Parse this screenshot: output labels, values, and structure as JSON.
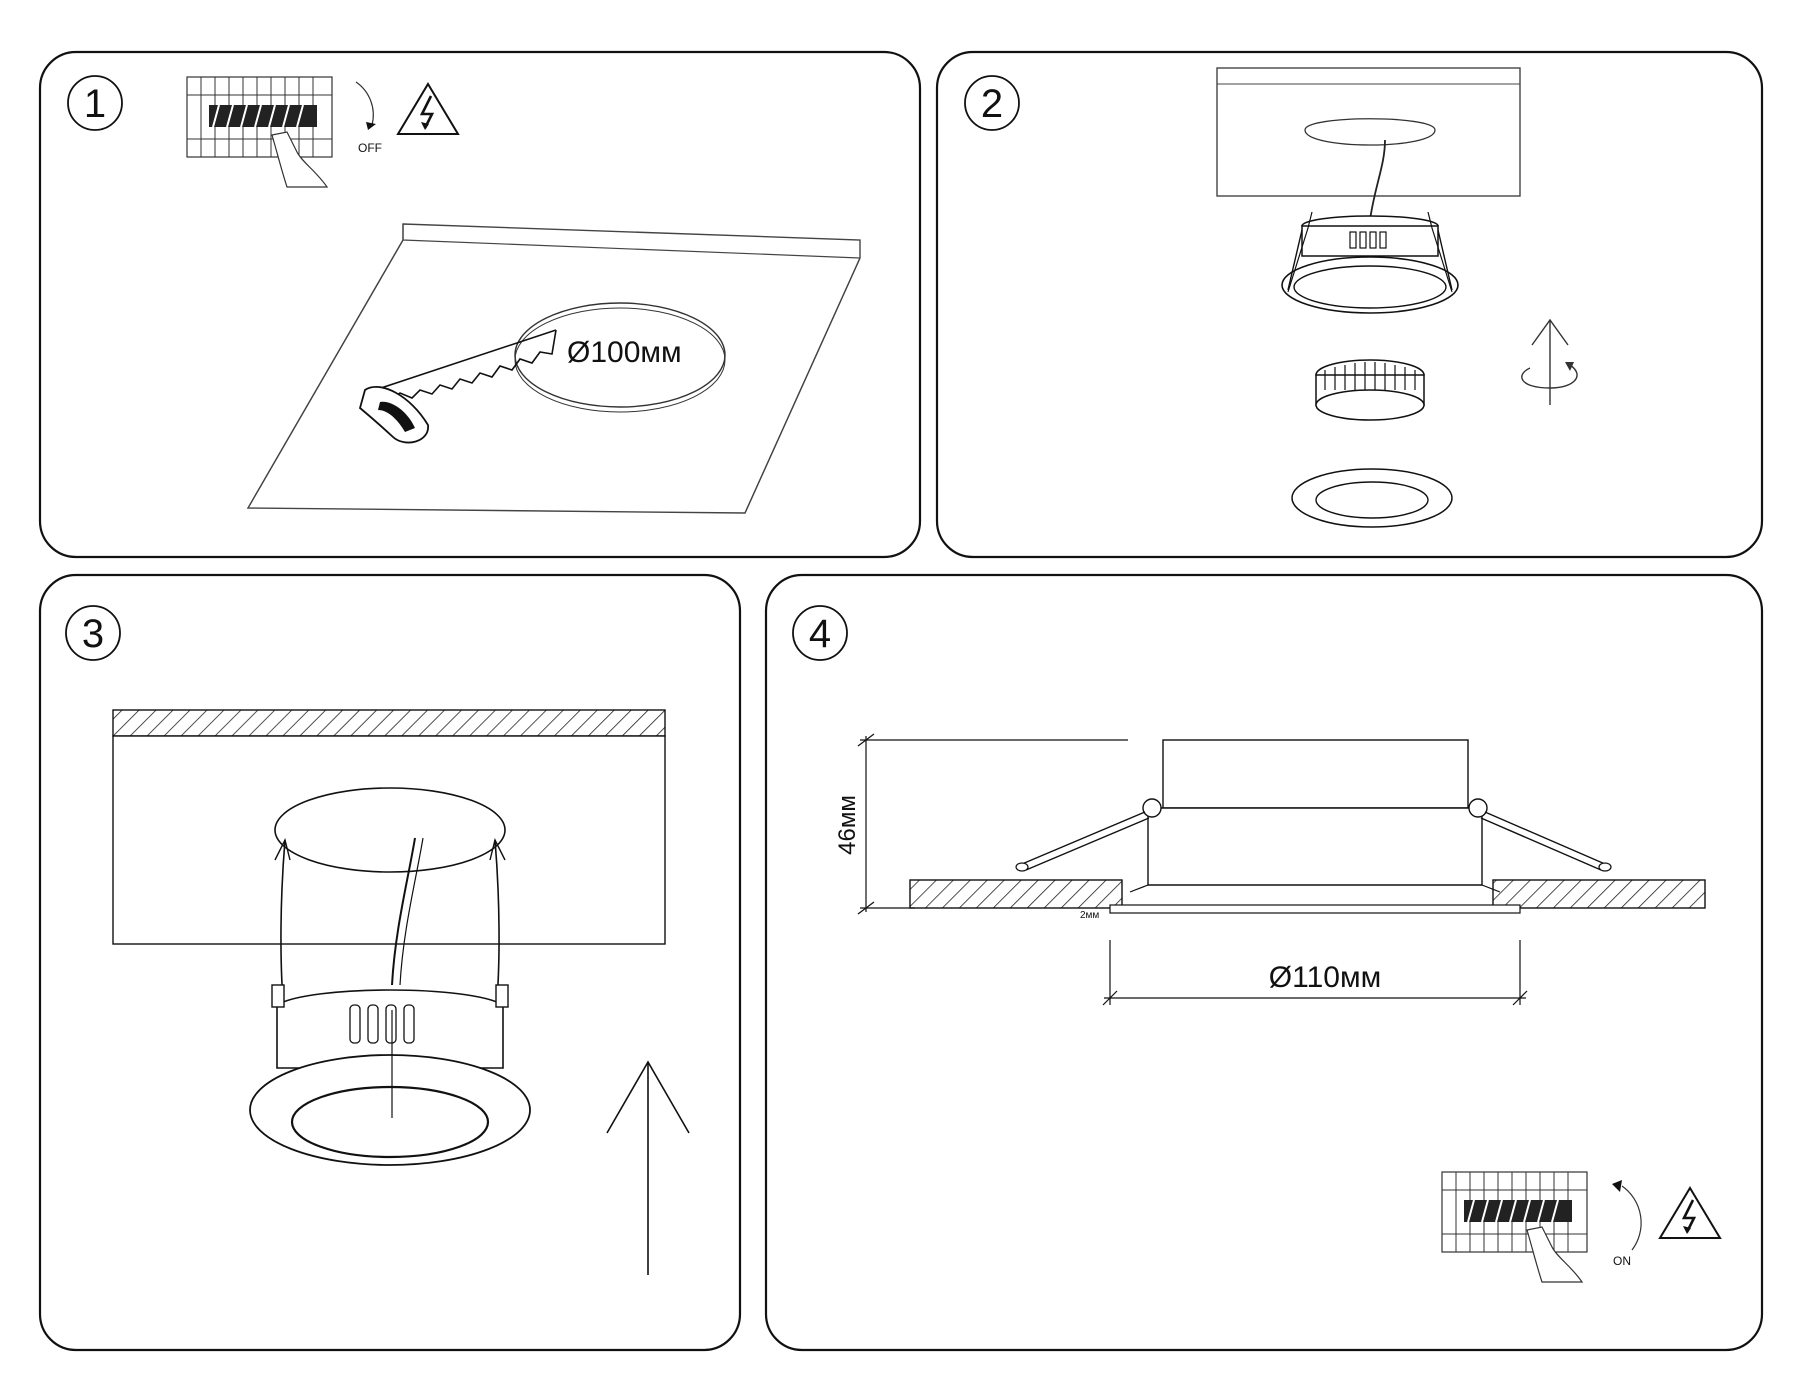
{
  "steps": [
    {
      "number": "1",
      "diameter": "Ø100мм",
      "switch_label": "OFF"
    },
    {
      "number": "2"
    },
    {
      "number": "3"
    },
    {
      "number": "4",
      "height": "46мм",
      "gap": "2мм",
      "diameter": "Ø110мм",
      "switch_label": "ON"
    }
  ],
  "icons": [
    "electrical-breaker-icon",
    "warning-high-voltage-icon",
    "saw-icon",
    "rotate-arrow-icon",
    "up-arrow-icon"
  ]
}
